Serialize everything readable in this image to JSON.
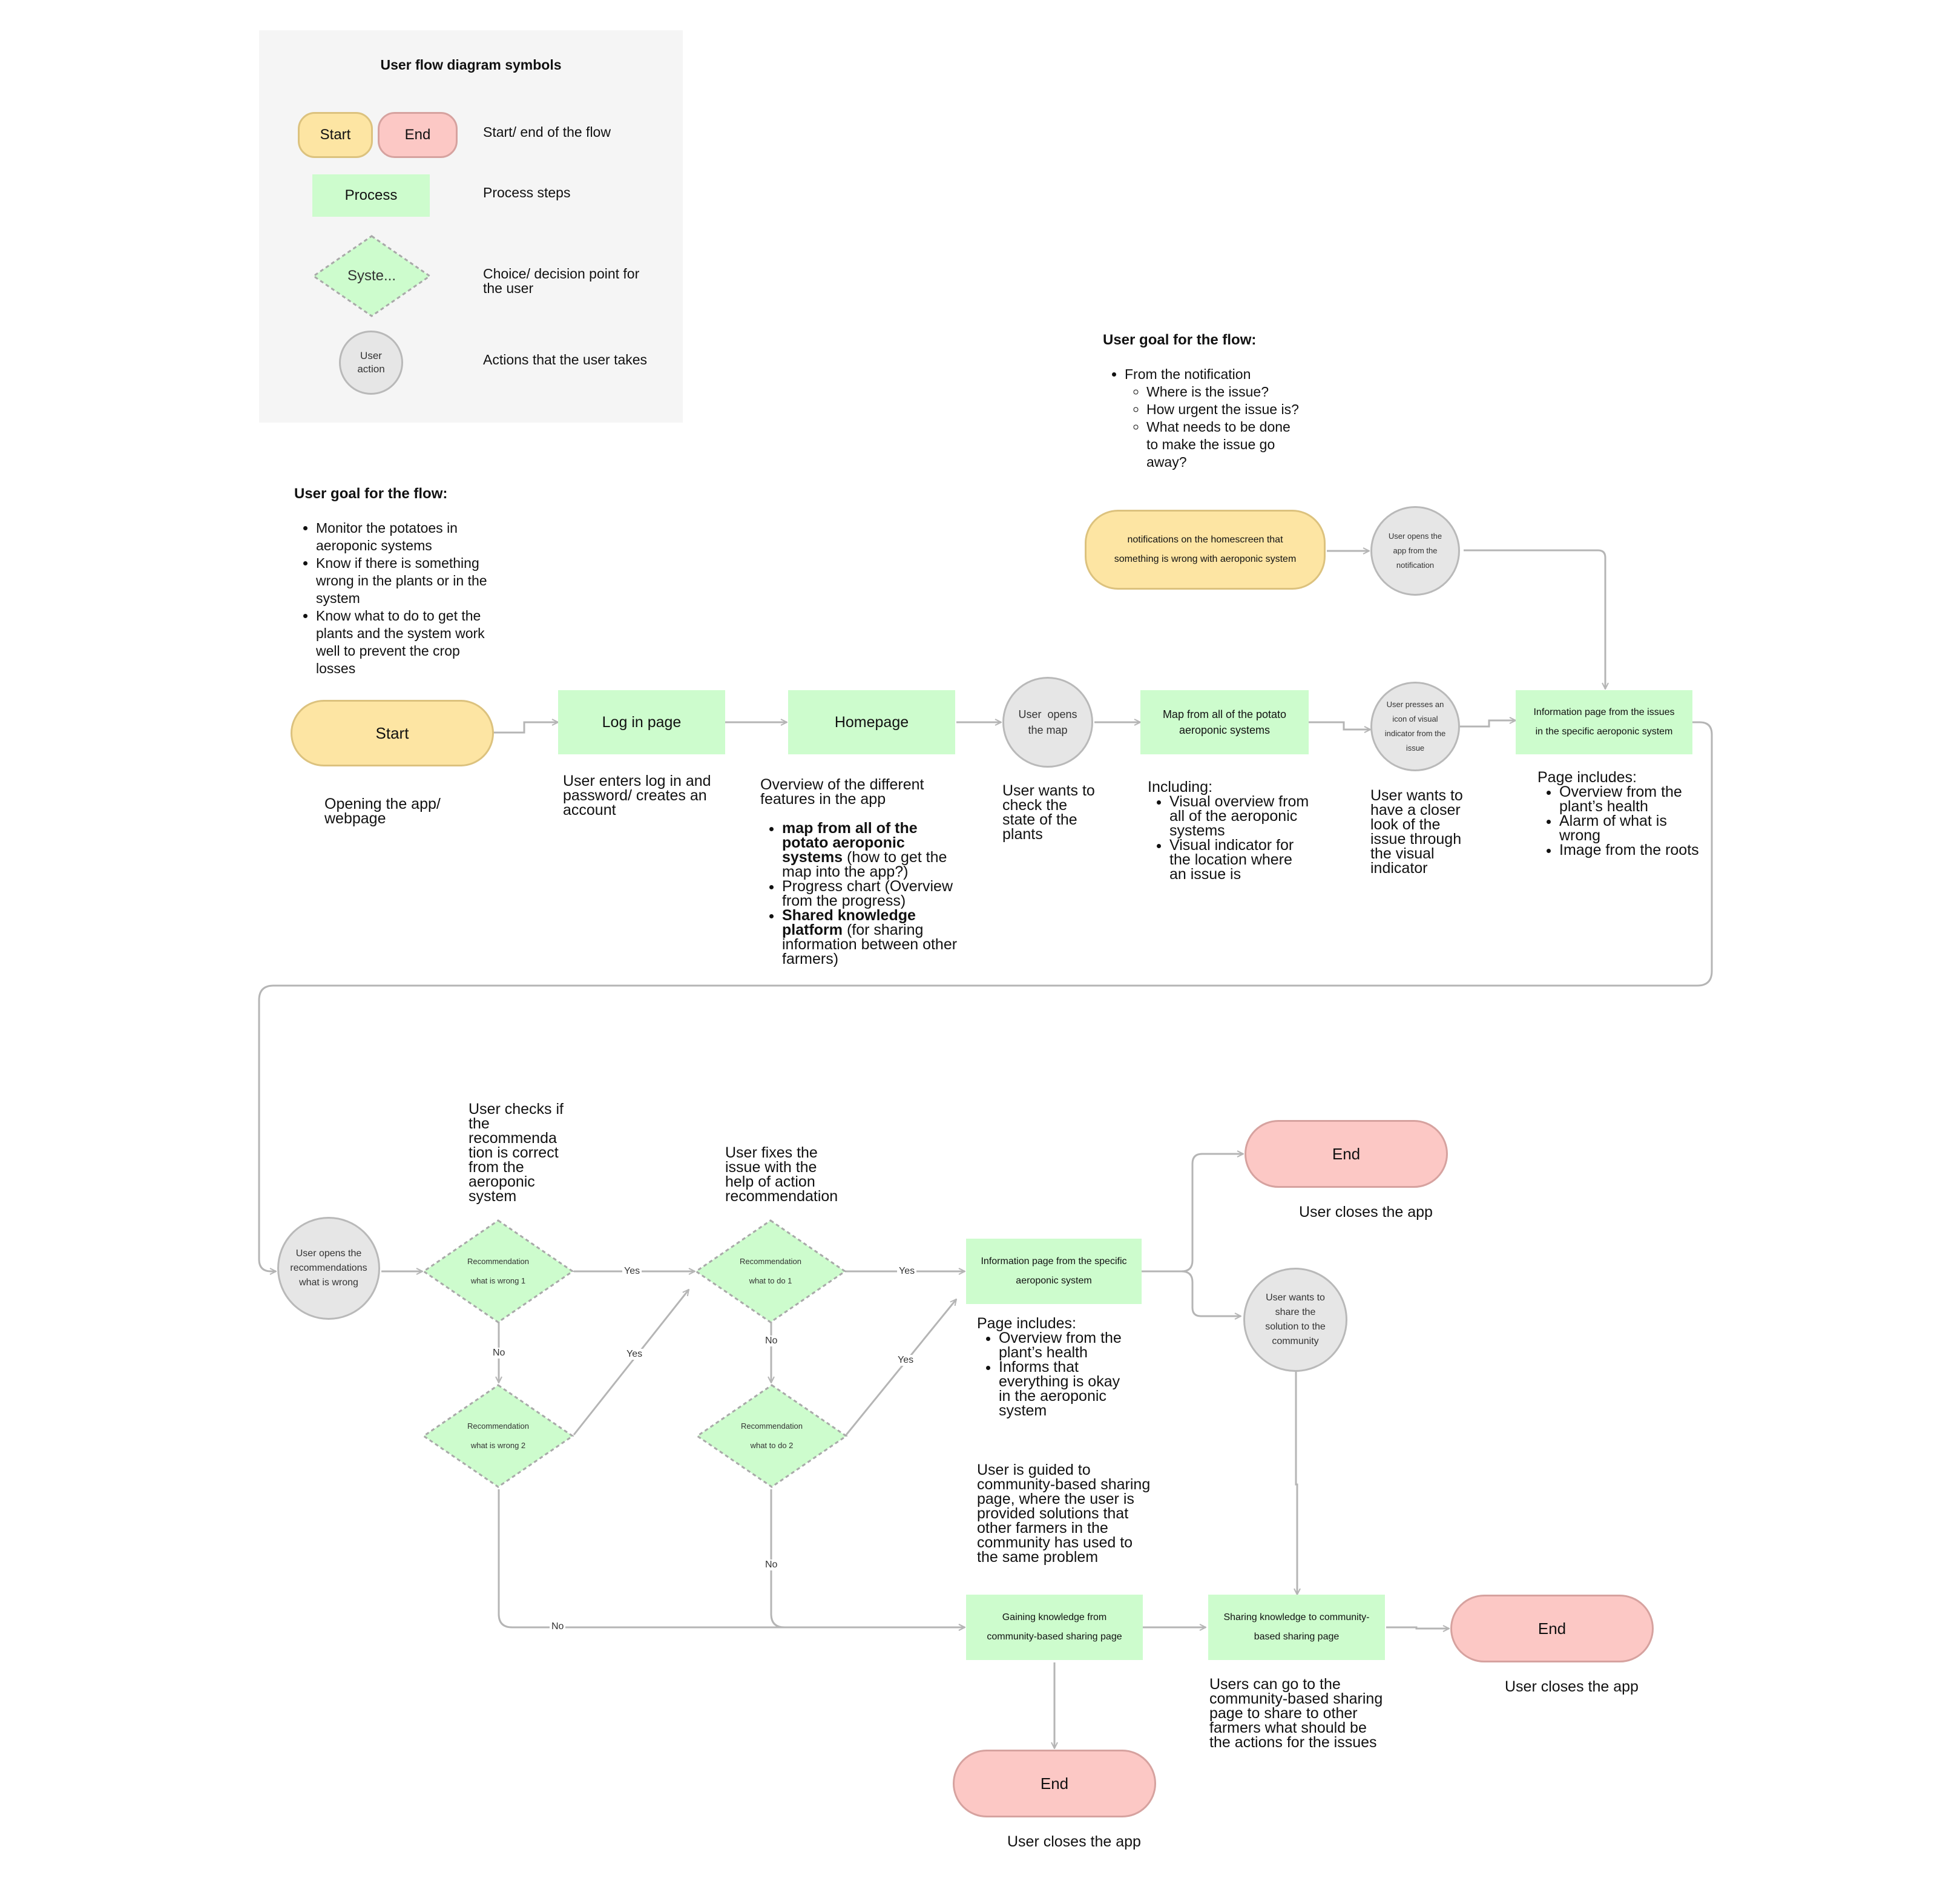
{
  "legend": {
    "title": "User flow diagram symbols",
    "start_label": "Start",
    "end_label": "End",
    "start_end_desc": "Start/ end of the flow",
    "process_label": "Process",
    "process_desc": "Process steps",
    "decision_label": "Syste...",
    "decision_desc": "Choice/ decision point for the user",
    "action_label_1": "User",
    "action_label_2": "action",
    "action_desc": "Actions that the user takes"
  },
  "goal_main": {
    "title": "User goal for the flow:",
    "items": [
      "Monitor the potatoes in aeroponic systems",
      "Know if there is something wrong in the plants or in the system",
      "Know what to do to get the plants and the system work well to prevent the crop losses"
    ]
  },
  "goal_notification": {
    "title": "User goal for the flow:",
    "item": "From the notification",
    "subitems": [
      "Where is the issue?",
      "How urgent the issue is?",
      "What needs to be done to make the issue go away?"
    ]
  },
  "nodes": {
    "start": "Start",
    "login": "Log in page",
    "homepage": "Homepage",
    "open_map_1": "User  opens",
    "open_map_2": "the map",
    "map": "Map from all of the potato aeroponic systems",
    "presses_icon": "User presses an icon of visual indicator from the issue",
    "info_issues": "Information page from the issues in the specific aeroponic system",
    "notification": "notifications on the homescreen that something is wrong with aeroponic system",
    "opens_from_notification": "User opens the app from the notification",
    "opens_recommendations": "User opens the recommendations what is wrong",
    "rec_wrong_1_a": "Recommendation",
    "rec_wrong_1_b": "what is wrong 1",
    "rec_wrong_2_a": "Recommendation",
    "rec_wrong_2_b": "what is wrong 2",
    "rec_do_1_a": "Recommendation",
    "rec_do_1_b": "what to do 1",
    "rec_do_2_a": "Recommendation",
    "rec_do_2_b": "what to do 2",
    "info_specific": "Information page from the specific aeroponic system",
    "end_top": "End",
    "wants_share": "User wants to share the solution to the community",
    "gaining_knowledge": "Gaining knowledge from community-based sharing page",
    "sharing_knowledge": "Sharing knowledge to community-based sharing page",
    "end_right": "End",
    "end_bottom": "End"
  },
  "edge_labels": {
    "yes": "Yes",
    "no": "No"
  },
  "captions": {
    "start": "Opening the app/ webpage",
    "login": "User enters log in and password/ creates an account",
    "homepage_intro": "Overview of the different features in the app",
    "homepage_b1_bold": "map from all of the potato aeroponic systems",
    "homepage_b1_rest": " (how to get the map into the app?)",
    "homepage_b2": "Progress chart (Overview from the progress)",
    "homepage_b3_bold": "Shared knowledge platform",
    "homepage_b3_rest": " (for sharing information between other farmers)",
    "open_map": "User wants to check the state of the plants",
    "map_intro": "Including:",
    "map_items": [
      "Visual overview from all of the aeroponic systems",
      "Visual indicator for the location where an issue is"
    ],
    "presses_icon": "User wants to have a closer look of the issue through the visual indicator",
    "info_issues_intro": "Page includes:",
    "info_issues_items": [
      "Overview from the plant’s health",
      "Alarm of what is wrong",
      "Image from the roots"
    ],
    "checks_recommendation": "User checks if the recommenda tion is correct from the aeroponic system",
    "fixes_issue": "User fixes the issue with the help of action recommendation",
    "info_specific_intro": "Page includes:",
    "info_specific_items": [
      "Overview from the plant’s health",
      "Informs that everything is okay in the aeroponic system"
    ],
    "end_top": "User closes the app",
    "guided": "User is guided to community-based sharing page, where the user is provided solutions that other farmers in the community has used to the same problem",
    "sharing": "Users can go to the community-based sharing page to share to other farmers what should be the actions for the issues",
    "end_right": "User closes the app",
    "end_bottom": "User closes the app"
  },
  "colors": {
    "start_fill": "#fde5a3",
    "end_fill": "#fcc8c5",
    "process_fill": "#cdfccd",
    "action_fill": "#e6e6e6",
    "connector": "#b5b5b5"
  }
}
